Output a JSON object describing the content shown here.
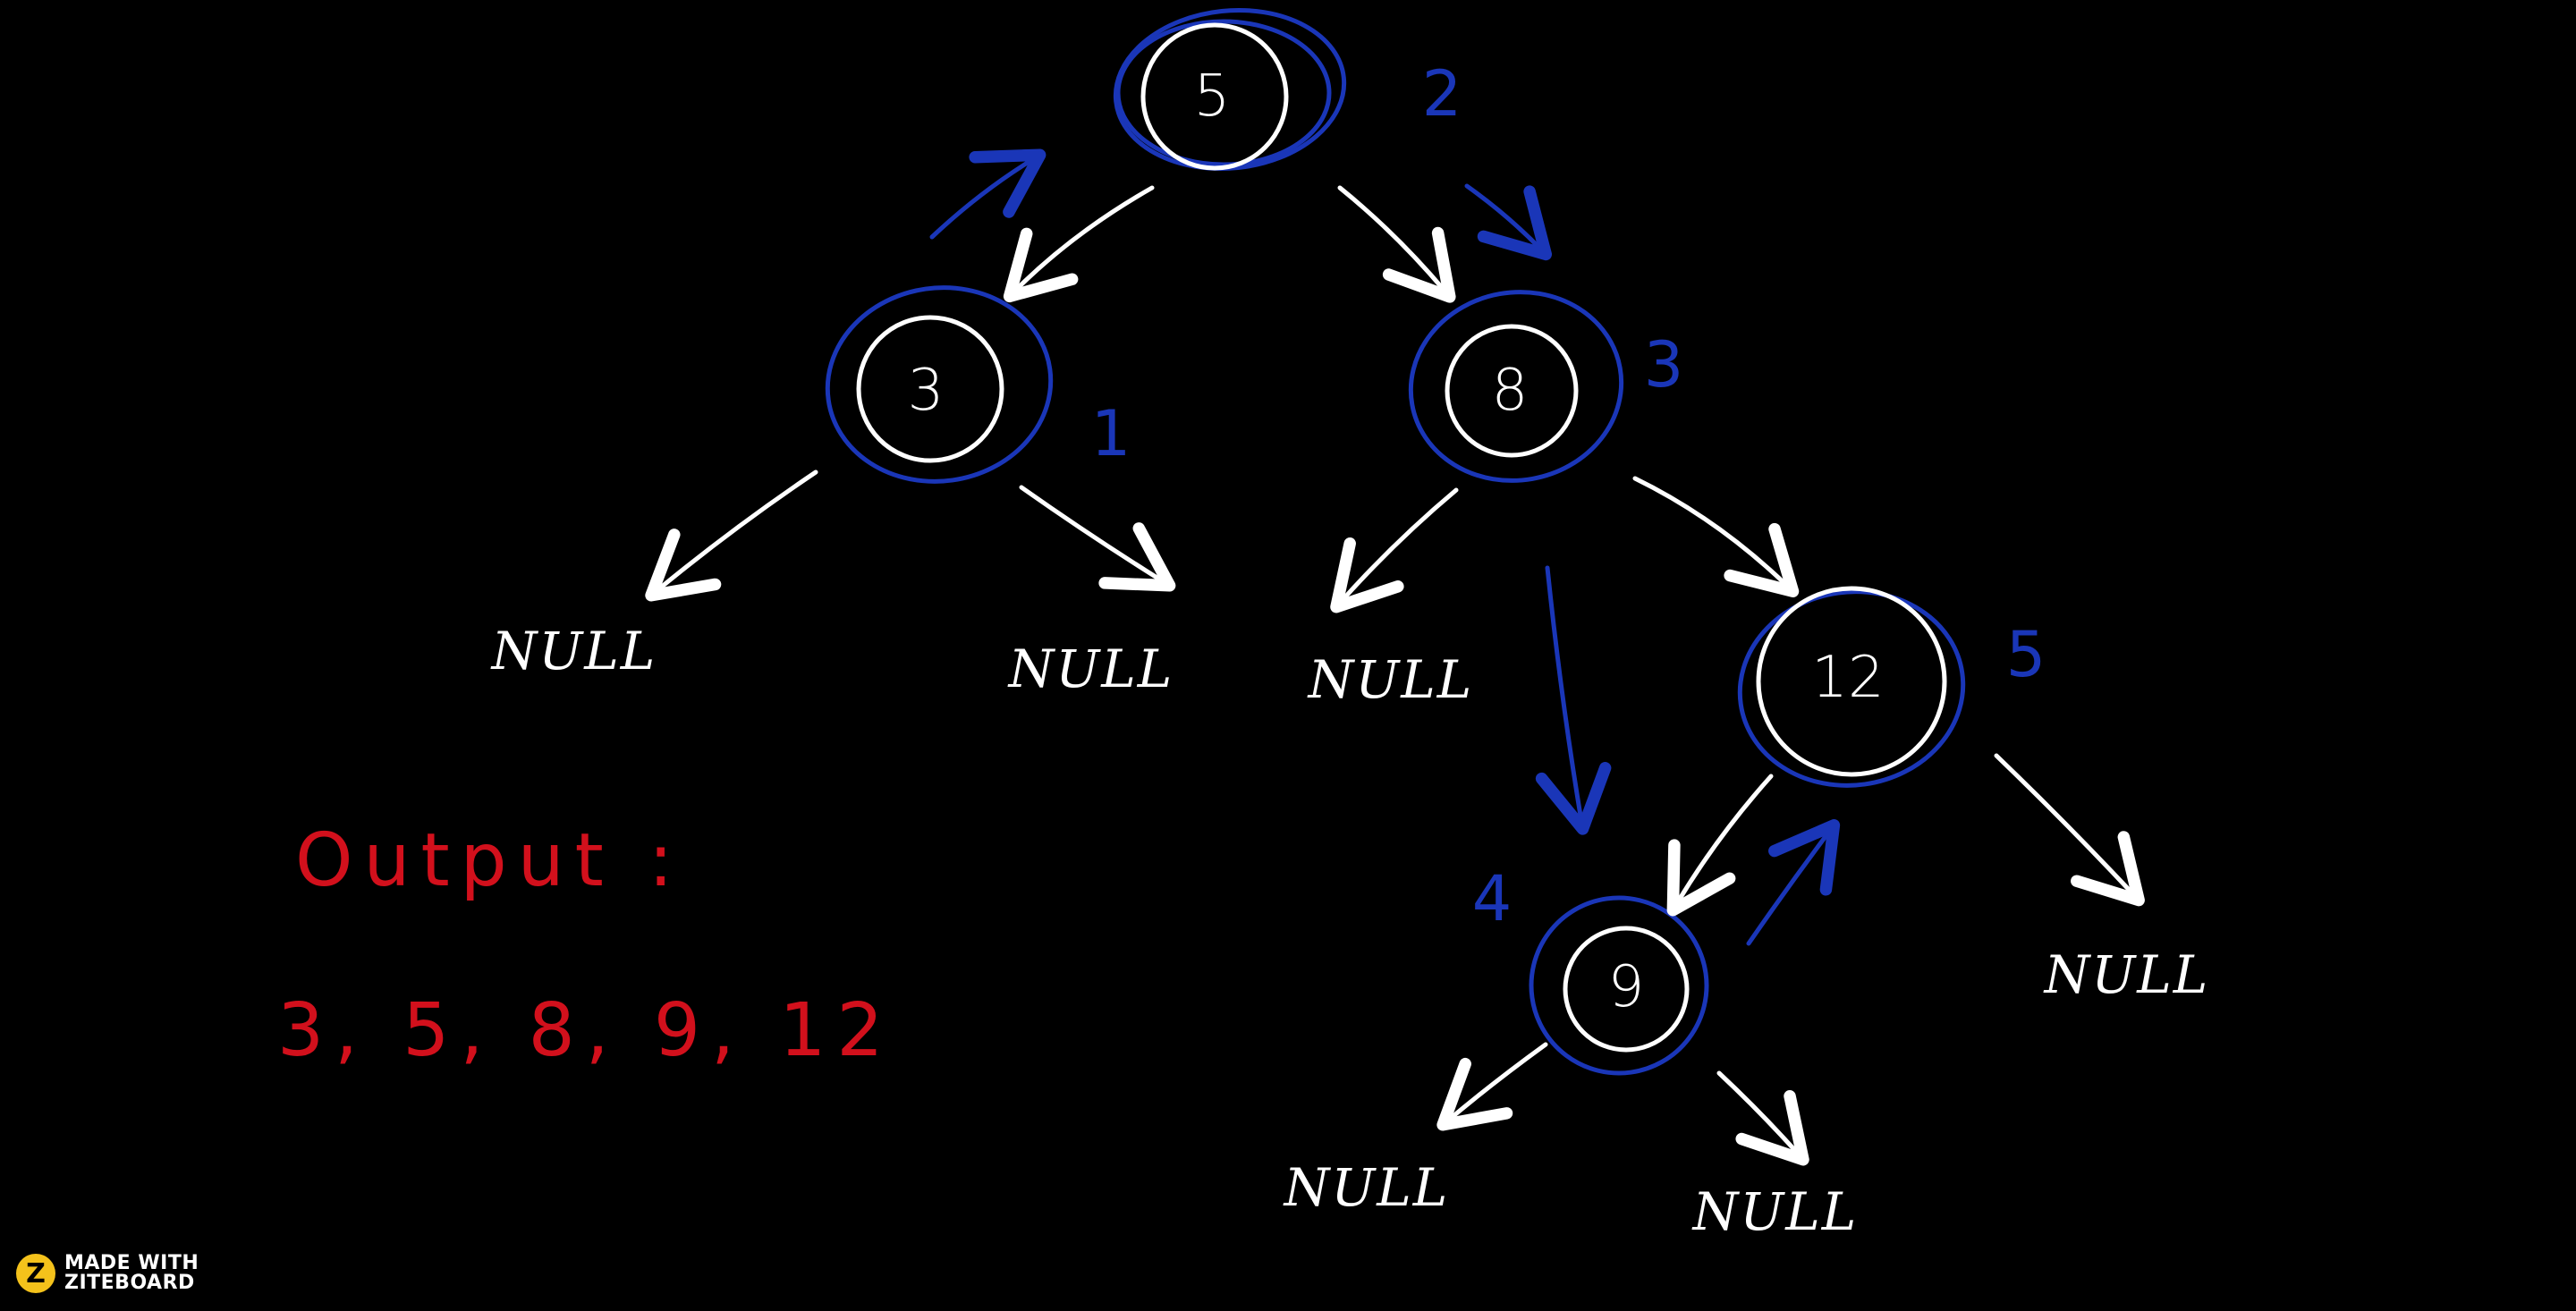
{
  "tree": {
    "nodes": [
      {
        "id": "root",
        "value": "5",
        "order": "2"
      },
      {
        "id": "left",
        "value": "3",
        "order": "1"
      },
      {
        "id": "right",
        "value": "8",
        "order": "3"
      },
      {
        "id": "right-right",
        "value": "12",
        "order": "5"
      },
      {
        "id": "right-right-left",
        "value": "9",
        "order": "4"
      }
    ],
    "null_label": "NULL"
  },
  "output": {
    "label": "Output :",
    "values": "3, 5, 8, 9, 12"
  },
  "watermark": {
    "line1": "MADE WITH",
    "line2": "ZITEBOARD",
    "logo": "Z"
  },
  "colors": {
    "background": "#000000",
    "node": "#ffffff",
    "traversal": "#1a36b8",
    "output": "#d2101c",
    "logo": "#f4c21b"
  }
}
